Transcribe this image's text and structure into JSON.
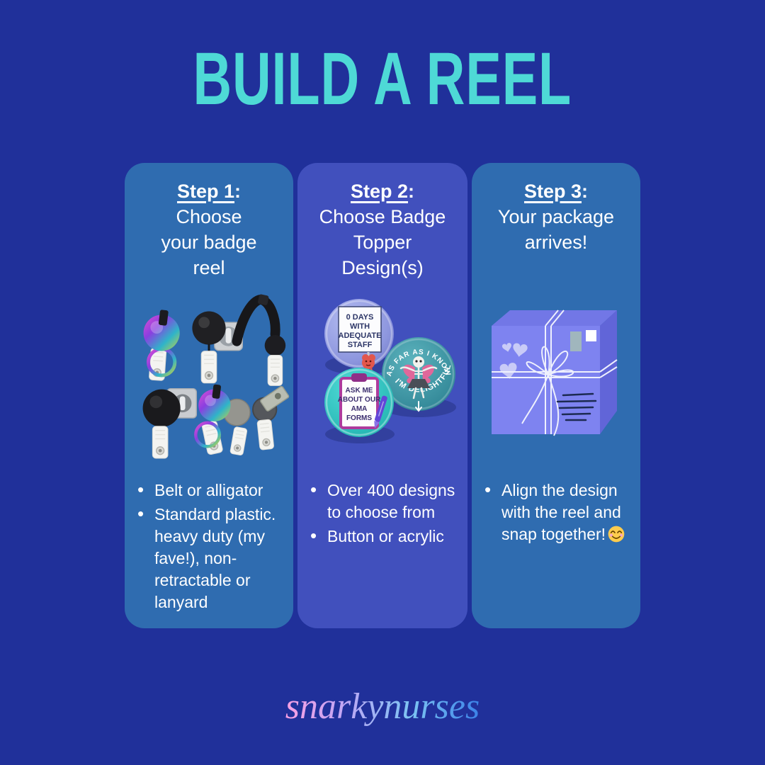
{
  "page": {
    "title": "BUILD A REEL",
    "colors": {
      "background": "#20309a",
      "card_blue": "#2f6cb0",
      "card_indigo": "#4150bd",
      "title_teal": "#4ed9d6",
      "brand_gradient": [
        "#f7a0e3",
        "#c0a6f5",
        "#7cc4f2",
        "#3b82e8"
      ]
    }
  },
  "shared": {
    "colon": ":"
  },
  "cards": [
    {
      "step_label": "Step 1",
      "heading_lines": [
        "Choose",
        "your badge",
        "reel"
      ],
      "media": "badge-reels-photo",
      "bullets": [
        "Belt or alligator",
        "Standard plastic. heavy duty (my fave!), non-retractable or lanyard"
      ]
    },
    {
      "step_label": "Step 2",
      "heading_lines": [
        "Choose Badge",
        "Topper",
        "Design(s)"
      ],
      "media": "badge-topper-buttons",
      "badges": {
        "staff": {
          "lines": [
            "0 DAYS",
            "WITH",
            "ADEQUATE",
            "STAFF"
          ]
        },
        "delightful": {
          "top": "AS FAR AS I KNOW",
          "bottom_left": "I'M",
          "bottom_right": "DELIGHTFUL"
        },
        "ama": {
          "lines": [
            "ASK ME",
            "ABOUT OUR",
            "AMA",
            "FORMS"
          ]
        }
      },
      "bullets": [
        "Over 400 designs to choose from",
        "Button or acrylic"
      ]
    },
    {
      "step_label": "Step 3",
      "heading_lines": [
        "Your package",
        "arrives!"
      ],
      "media": "wrapped-package-illustration",
      "bullets": [
        "Align the design with the reel and snap together!"
      ],
      "emoji": "😊"
    }
  ],
  "footer": {
    "brand": "snarkynurses"
  }
}
